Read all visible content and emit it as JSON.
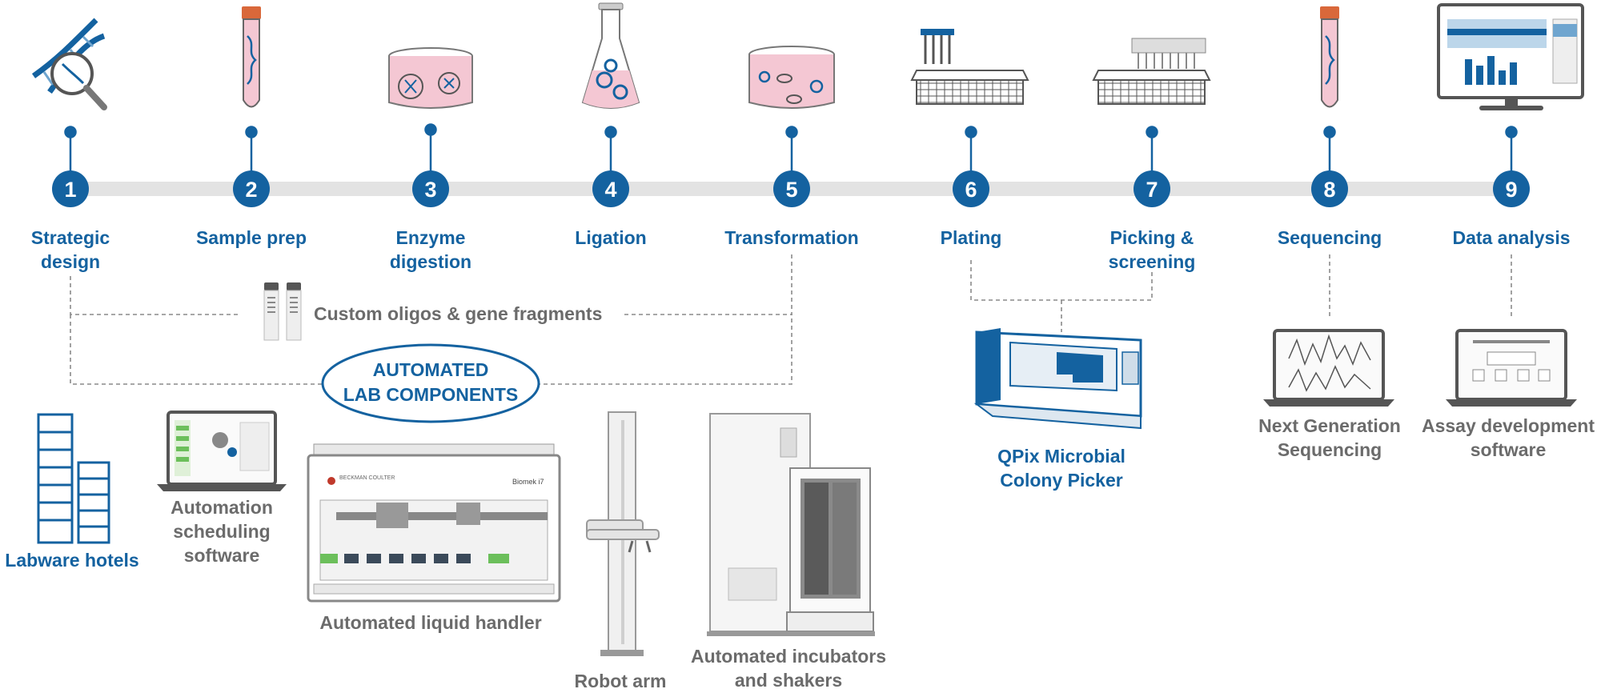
{
  "steps": [
    {
      "number": "1",
      "label_lines": [
        "Strategic",
        "design"
      ]
    },
    {
      "number": "2",
      "label_lines": [
        "Sample prep"
      ]
    },
    {
      "number": "3",
      "label_lines": [
        "Enzyme",
        "digestion"
      ]
    },
    {
      "number": "4",
      "label_lines": [
        "Ligation"
      ]
    },
    {
      "number": "5",
      "label_lines": [
        "Transformation"
      ]
    },
    {
      "number": "6",
      "label_lines": [
        "Plating"
      ]
    },
    {
      "number": "7",
      "label_lines": [
        "Picking &",
        "screening"
      ]
    },
    {
      "number": "8",
      "label_lines": [
        "Sequencing"
      ]
    },
    {
      "number": "9",
      "label_lines": [
        "Data analysis"
      ]
    }
  ],
  "oligos_label": "Custom oligos & gene fragments",
  "automated_badge": [
    "AUTOMATED",
    "LAB COMPONENTS"
  ],
  "components": {
    "labware_hotels": [
      "Labware hotels"
    ],
    "scheduling_software": [
      "Automation",
      "scheduling",
      "software"
    ],
    "liquid_handler": [
      "Automated liquid handler"
    ],
    "liquid_handler_brand": "BECKMAN COULTER",
    "liquid_handler_model": "Biomek i7",
    "robot_arm": [
      "Robot arm"
    ],
    "incubators": [
      "Automated incubators",
      "and shakers"
    ]
  },
  "colony_picker": [
    "QPix Microbial",
    "Colony Picker"
  ],
  "ngs": [
    "Next Generation",
    "Sequencing"
  ],
  "assay_software": [
    "Assay development",
    "software"
  ],
  "colors": {
    "brand_blue": "#1462a0",
    "timeline_gray": "#e3e3e3",
    "label_gray": "#6b6b6b",
    "pink_fluid": "#f4c7d3"
  },
  "icons": [
    "dna-magnifier-icon",
    "sample-tube-icon",
    "petri-dish-icon",
    "erlenmeyer-flask-icon",
    "transformation-dish-icon",
    "multichannel-plating-icon",
    "colony-picking-icon",
    "sequencing-tube-icon",
    "data-monitor-icon",
    "oligo-tubes-icon",
    "labware-hotels-icon",
    "laptop-scheduler-icon",
    "liquid-handler-icon",
    "robot-arm-icon",
    "incubator-shaker-icon",
    "colony-picker-icon",
    "ngs-laptop-icon",
    "assay-laptop-icon"
  ]
}
